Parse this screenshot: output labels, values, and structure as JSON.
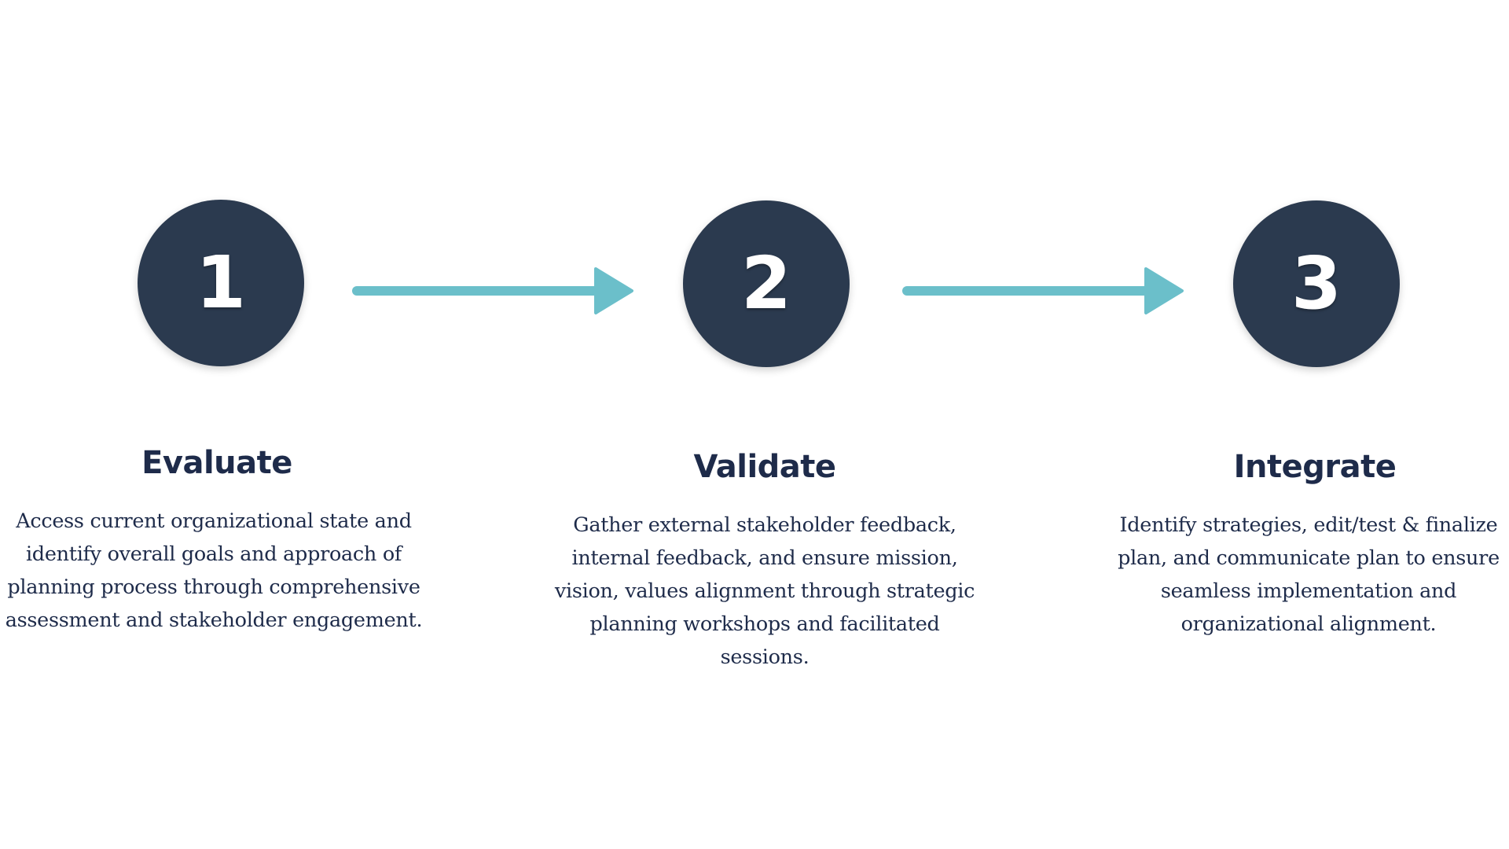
{
  "colors": {
    "circle": "#2b3a4f",
    "arrow": "#6bbfca",
    "text": "#1e2b4a",
    "background": "#ffffff"
  },
  "steps": [
    {
      "number": "1",
      "title": "Evaluate",
      "description": "Access current organizational state and identify overall goals and approach of planning process through comprehensive assessment and stakeholder engagement."
    },
    {
      "number": "2",
      "title": "Validate",
      "description": "Gather external stakeholder feedback, internal feedback, and ensure mission, vision, values alignment through strategic planning workshops and facilitated sessions."
    },
    {
      "number": "3",
      "title": "Integrate",
      "description": "Identify strategies, edit/test & finalize plan, and communicate plan to ensure seamless implementation and organizational alignment."
    }
  ],
  "connectors": [
    {
      "from": "1",
      "to": "2",
      "icon": "arrow-right-icon"
    },
    {
      "from": "2",
      "to": "3",
      "icon": "arrow-right-icon"
    }
  ]
}
